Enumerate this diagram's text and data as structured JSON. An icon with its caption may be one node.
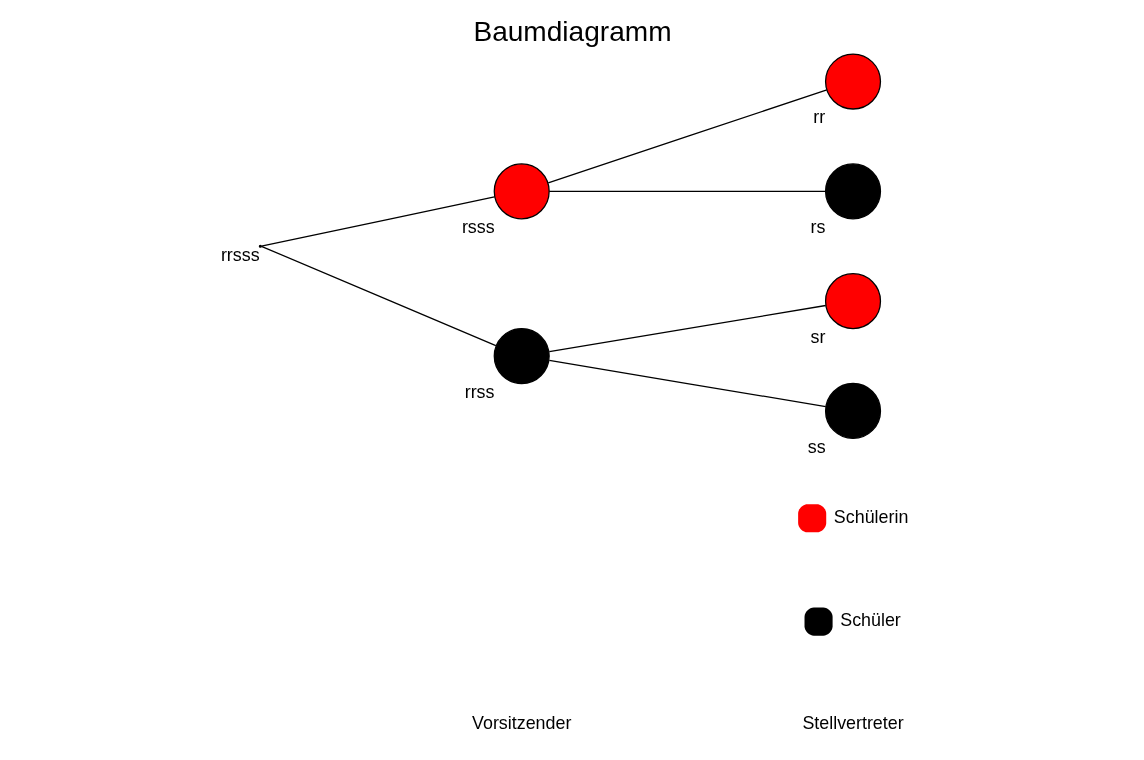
{
  "diagram": {
    "title": "Baumdiagramm",
    "nodes": [
      {
        "text": [],
        "shape": "point",
        "beside": [
          "rrsss"
        ]
      },
      {
        "text": [],
        "shape": "circle",
        "beside": [
          "rsss"
        ]
      },
      {
        "text": [],
        "shape": "circle",
        "beside": [
          "rrss"
        ]
      },
      {
        "text": [],
        "shape": "circle",
        "beside": [
          "rr"
        ]
      },
      {
        "text": [],
        "shape": "circle",
        "beside": [
          "rs"
        ]
      },
      {
        "text": [],
        "shape": "circle",
        "beside": [
          "sr"
        ]
      },
      {
        "text": [],
        "shape": "circle",
        "beside": [
          "ss"
        ]
      }
    ],
    "edges": [
      {
        "from": 0,
        "to": 1,
        "arrow": "none"
      },
      {
        "from": 0,
        "to": 2,
        "arrow": "none"
      },
      {
        "from": 1,
        "to": 3,
        "arrow": "none"
      },
      {
        "from": 1,
        "to": 4,
        "arrow": "none"
      },
      {
        "from": 2,
        "to": 5,
        "arrow": "none"
      },
      {
        "from": 2,
        "to": 6,
        "arrow": "none"
      }
    ],
    "labels": [
      "Vorsitzender",
      "Stellvertreter"
    ],
    "legend": [
      {
        "text": "Schülerin",
        "color": "#ff0000"
      },
      {
        "text": "Schüler",
        "color": "#000000"
      }
    ]
  }
}
